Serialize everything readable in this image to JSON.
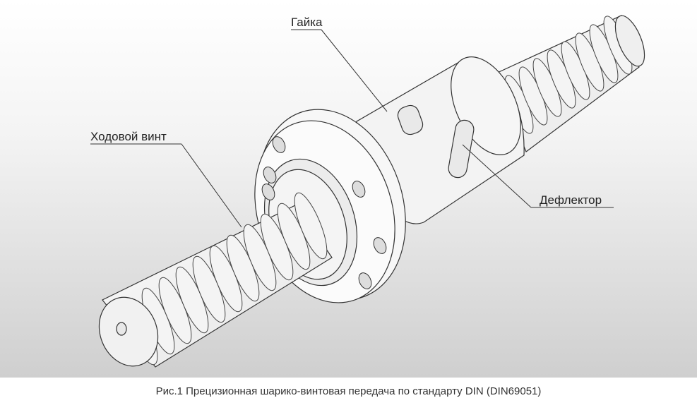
{
  "figure": {
    "labels": {
      "nut": "Гайка",
      "screw": "Ходовой винт",
      "deflector": "Дефлектор"
    },
    "caption": "Рис.1 Прецизионная шарико-винтовая передача по стандарту DIN (DIN69051)"
  },
  "colors": {
    "background_top": "#ffffff",
    "background_bottom": "#d2d2d2",
    "outline": "#333333",
    "part_fill": "#f2f2f2"
  }
}
